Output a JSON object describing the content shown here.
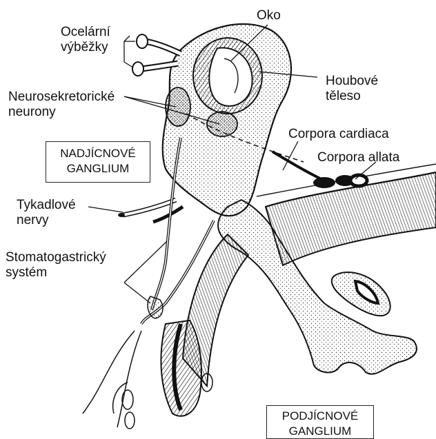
{
  "labels": {
    "oko": "Oko",
    "ocelarni_1": "Ocelární",
    "ocelarni_2": "výběžky",
    "houbove_1": "Houbové",
    "houbove_2": "těleso",
    "neurosekret_1": "Neurosekretorické",
    "neurosekret_2": "neurony",
    "corpora_cardiaca": "Corpora cardiaca",
    "corpora_allata": "Corpora allata",
    "tykadlove_1": "Tykadlové",
    "tykadlove_2": "nervy",
    "stomato_1": "Stomatogastrický",
    "stomato_2": "systém"
  },
  "boxes": {
    "nadjicnove_1": "NADJÍCNOVÉ",
    "nadjicnove_2": "GANGLIUM",
    "podjicnove_1": "PODJÍCNOVÉ",
    "podjicnove_2": "GANGLIUM"
  }
}
